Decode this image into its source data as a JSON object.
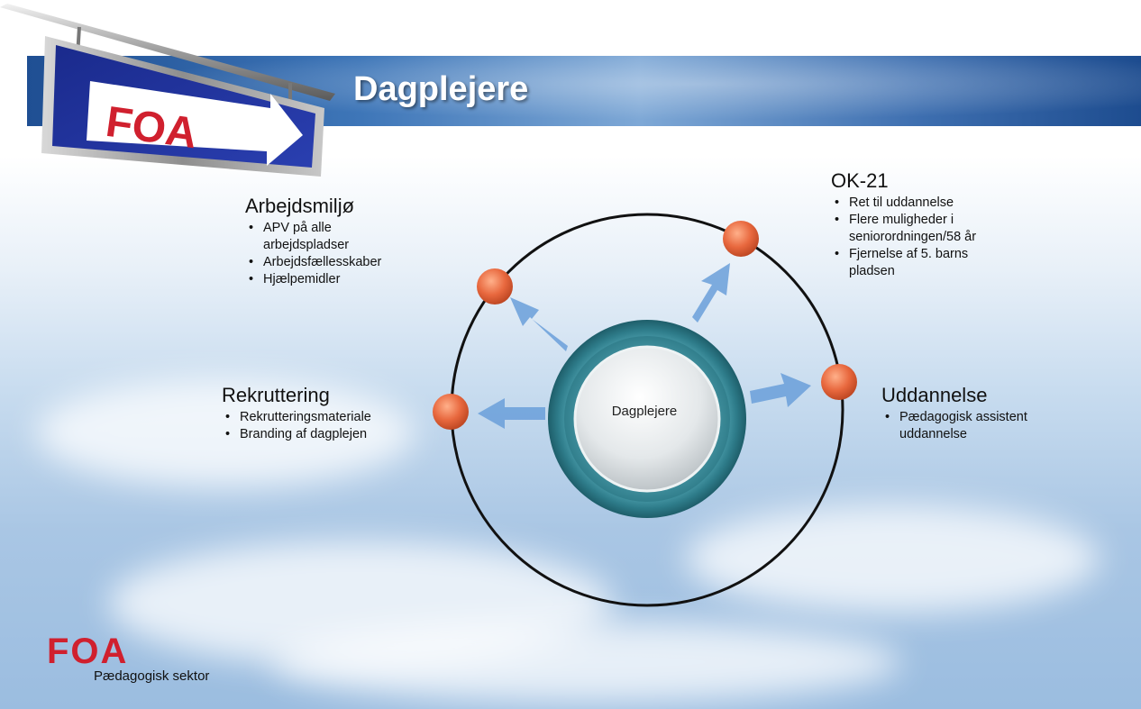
{
  "header": {
    "title": "Dagplejere"
  },
  "sign": {
    "logo_text": "FOA"
  },
  "diagram": {
    "center_label": "Dagplejere",
    "nodes": [
      {
        "heading": "Arbejdsmiljø",
        "bullets": [
          "APV på alle arbejdspladser",
          "Arbejdsfællesskaber",
          "Hjælpemidler"
        ]
      },
      {
        "heading": "OK-21",
        "bullets": [
          "Ret til uddannelse",
          "Flere muligheder i seniorordningen/58 år",
          "Fjernelse af 5. barns pladsen"
        ]
      },
      {
        "heading": "Rekruttering",
        "bullets": [
          "Rekrutteringsmateriale",
          "Branding af dagplejen"
        ]
      },
      {
        "heading": "Uddannelse",
        "bullets": [
          "Pædagogisk assistent uddannelse"
        ]
      }
    ]
  },
  "footer": {
    "logo_text": "FOA",
    "subtitle": "Pædagogisk sektor"
  },
  "colors": {
    "accent_red": "#d0202e",
    "node_orange": "#e8683e",
    "ring_teal": "#3d8c9a",
    "arrow_blue": "#6a9fd9"
  }
}
